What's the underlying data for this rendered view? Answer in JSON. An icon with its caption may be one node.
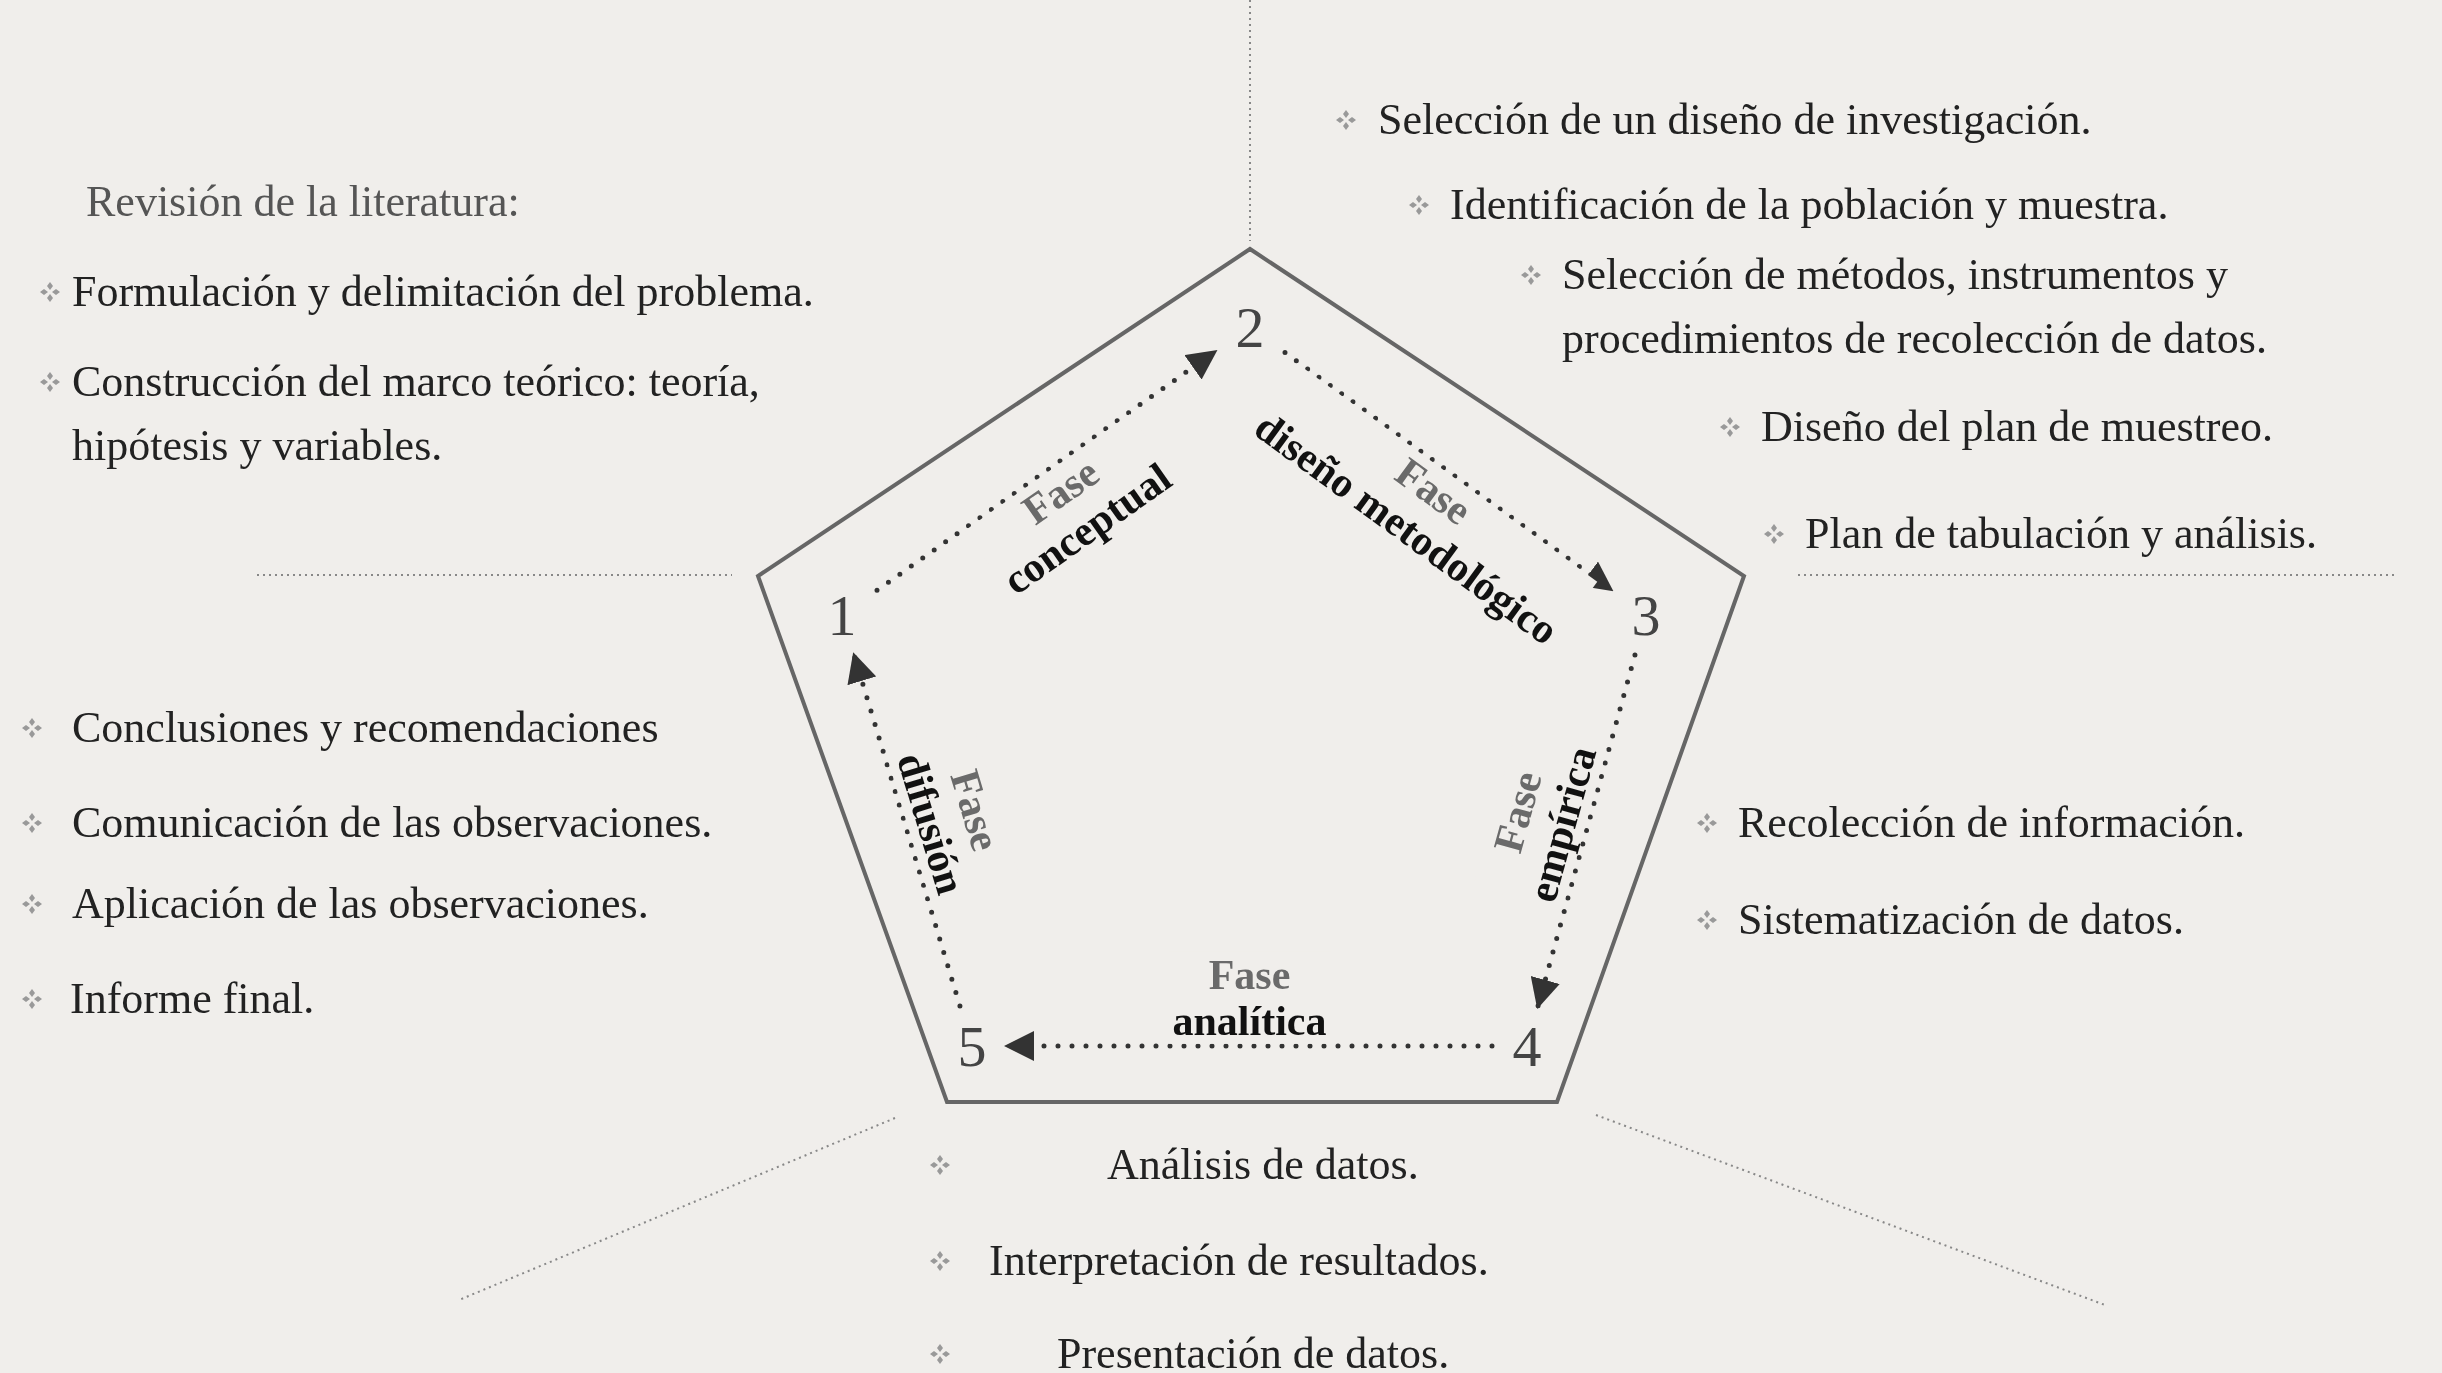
{
  "diagram": {
    "nodes": [
      {
        "text": [
          "1"
        ]
      },
      {
        "text": [
          "2"
        ]
      },
      {
        "text": [
          "3"
        ]
      },
      {
        "text": [
          "4"
        ]
      },
      {
        "text": [
          "5"
        ]
      }
    ],
    "edges": [
      {
        "from": 0,
        "to": 1,
        "arrow": "to",
        "style": "dashed",
        "label": "Fase **conceptual**"
      },
      {
        "from": 1,
        "to": 2,
        "arrow": "to",
        "style": "dashed",
        "label": "Fase **diseño metodológico**"
      },
      {
        "from": 2,
        "to": 3,
        "arrow": "to",
        "style": "dashed",
        "label": "Fase **empírica**"
      },
      {
        "from": 3,
        "to": 4,
        "arrow": "to",
        "style": "dashed",
        "label": "Fase **analítica**"
      },
      {
        "from": 4,
        "to": 0,
        "arrow": "to",
        "style": "dashed",
        "label": "Fase **difusión**"
      }
    ],
    "labels": [
      "Revisión de la literatura:",
      "Formulación y delimitación del problema.",
      "Construcción del marco teórico: teoría, hipótesis y variables.",
      "Selección de un diseño de investigación.",
      "Identificación de la población y muestra.",
      "Selección de métodos, instrumentos y procedimientos de recolección de datos.",
      "Diseño del plan de muestreo.",
      "Plan de tabulación y análisis.",
      "Conclusiones y recomendaciones",
      "Comunicación de las observaciones.",
      "Aplicación de las observaciones.",
      "Informe final.",
      "Recolección de información.",
      "Sistematización de datos.",
      "Análisis de datos.",
      "Interpretación de resultados.",
      "Presentación de datos."
    ]
  }
}
